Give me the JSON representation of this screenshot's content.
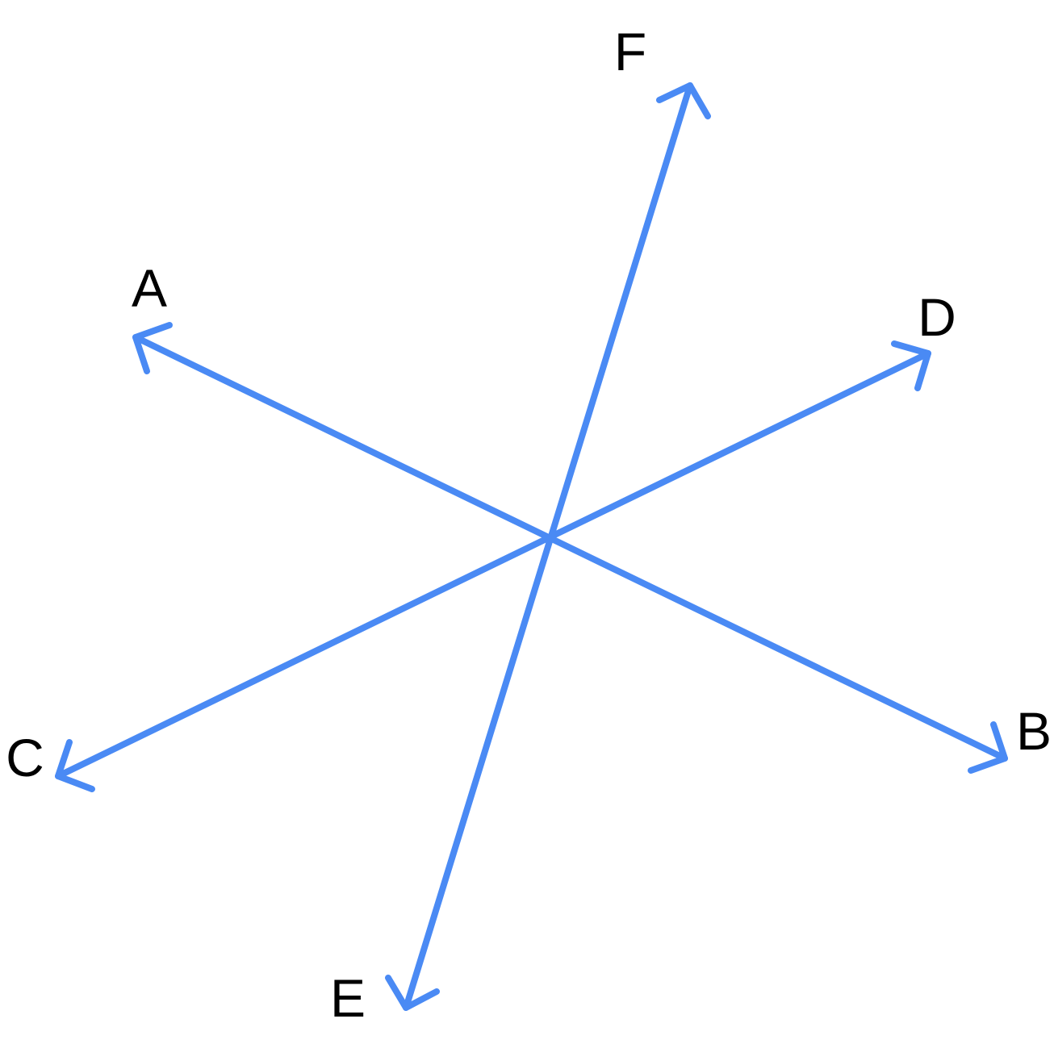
{
  "colors": {
    "line": "#4A8AF4",
    "label": "#000000",
    "background": "#ffffff"
  },
  "lines": [
    {
      "name": "line-ab",
      "from": "A",
      "to": "B"
    },
    {
      "name": "line-cd",
      "from": "C",
      "to": "D"
    },
    {
      "name": "line-ef",
      "from": "E",
      "to": "F"
    }
  ],
  "labels": {
    "a": "A",
    "b": "B",
    "c": "C",
    "d": "D",
    "e": "E",
    "f": "F"
  }
}
